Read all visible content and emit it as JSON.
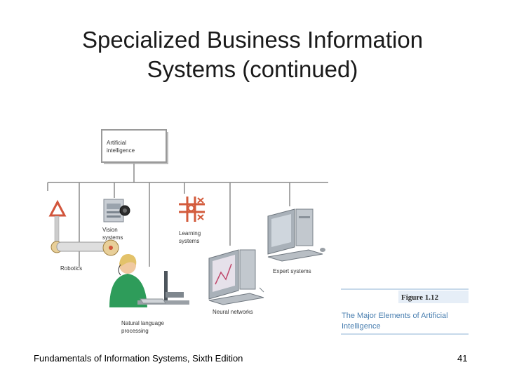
{
  "slide": {
    "title_line1": "Specialized Business Information",
    "title_line2": "Systems (continued)",
    "footer_text": "Fundamentals of Information Systems, Sixth Edition",
    "page_number": "41"
  },
  "diagram": {
    "root_label_line1": "Artificial",
    "root_label_line2": "intelligence",
    "nodes": {
      "robotics": "Robotics",
      "vision_line1": "Vision",
      "vision_line2": "systems",
      "learning_line1": "Learning",
      "learning_line2": "systems",
      "nlp_line1": "Natural language",
      "nlp_line2": "processing",
      "neural": "Neural networks",
      "expert": "Expert systems"
    },
    "figure_number": "Figure 1.12",
    "figure_caption_line1": "The Major Elements of Artificial",
    "figure_caption_line2": "Intelligence"
  },
  "colors": {
    "caption_blue": "#4a7fb0",
    "rule_blue": "#8fb3d6",
    "figure_box": "#e6eef7"
  }
}
